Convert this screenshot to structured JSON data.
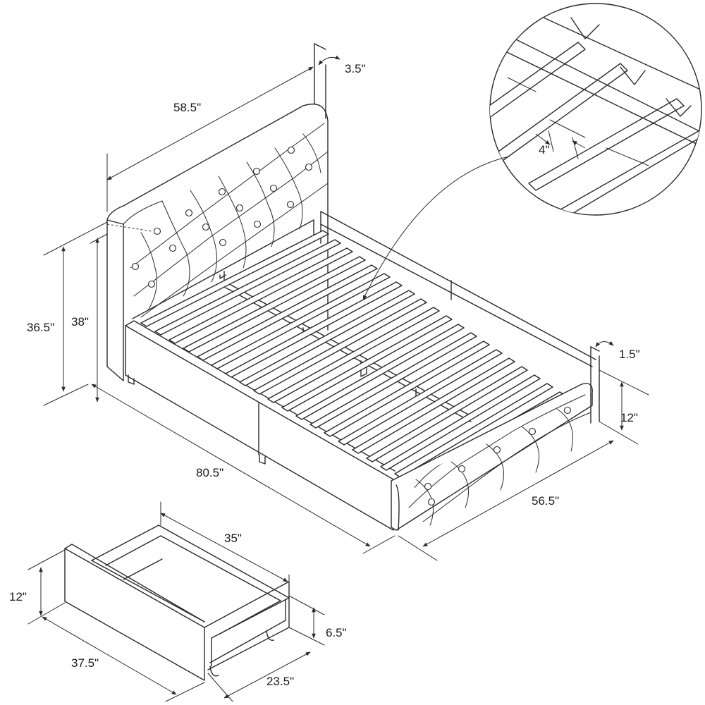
{
  "dimensions": {
    "headboard_width": "58.5\"",
    "headboard_thickness": "3.5\"",
    "total_height": "36.5\"",
    "headboard_height": "38\"",
    "slat_gap": "4\"",
    "footboard_thickness": "1.5\"",
    "footboard_height": "12\"",
    "bed_length": "80.5\"",
    "bed_width": "56.5\"",
    "drawer_length": "35\"",
    "drawer_height": "12\"",
    "drawer_inner_height": "6.5\"",
    "drawer_front_width": "37.5\"",
    "drawer_depth": "23.5\""
  }
}
